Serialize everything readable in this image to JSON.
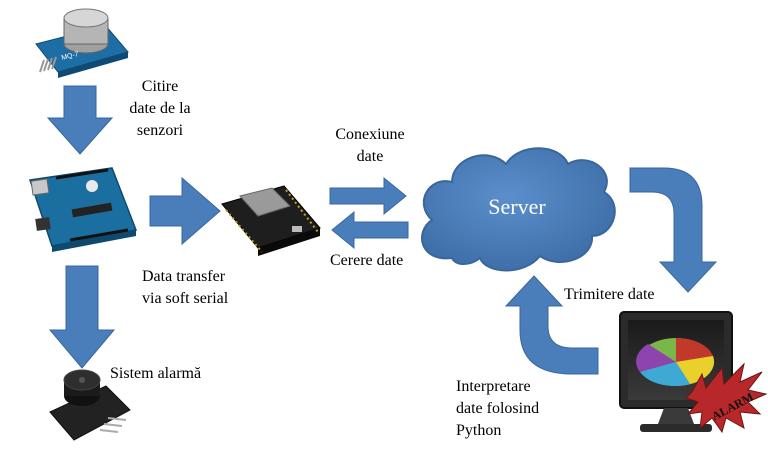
{
  "labels": {
    "citire": [
      "Citire",
      "date de la",
      "senzori"
    ],
    "data_transfer": [
      "Data transfer",
      "via soft serial"
    ],
    "conexiune": [
      "Conexiune",
      "date"
    ],
    "cerere": "Cerere date",
    "server": "Server",
    "trimitere": "Trimitere  date",
    "interpretare": [
      "Interpretare",
      "date folosind",
      "Python"
    ],
    "sistem": "Sistem alarmă"
  },
  "components": {
    "sensor_text": "MQ-7",
    "alarm_text": "ALARM"
  },
  "colors": {
    "arrow": "#4a7ebb",
    "arrow_stroke": "#3a669d",
    "cloud": "#4f81bd",
    "board_blue": "#1a6fa0",
    "starburst": "#c0392b"
  }
}
